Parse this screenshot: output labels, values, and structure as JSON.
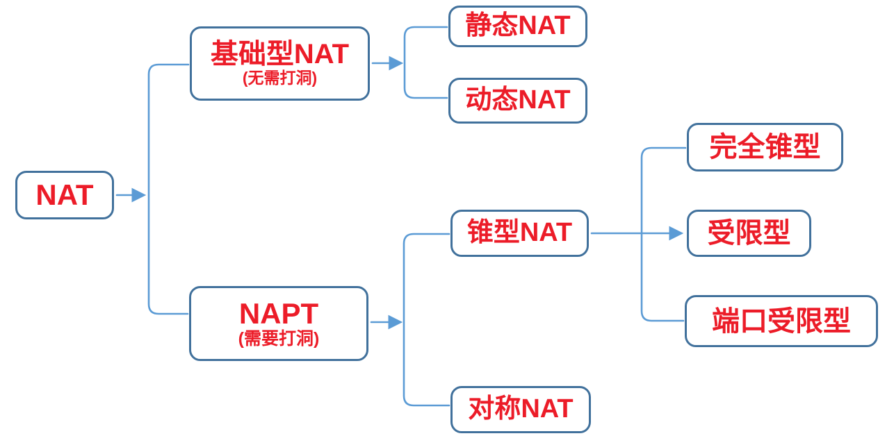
{
  "diagram": {
    "type": "mindmap",
    "topic": "NAT",
    "colors": {
      "node_text": "#EC1C28",
      "node_border": "#41719C",
      "connector": "#5B9BD5",
      "node_fill": "#FFFFFF",
      "page_bg": "#FFFFFF"
    },
    "nodes": {
      "nat": {
        "label": "NAT"
      },
      "basic_nat": {
        "label": "基础型NAT",
        "sublabel": "(无需打洞)"
      },
      "static_nat": {
        "label": "静态NAT"
      },
      "dynamic_nat": {
        "label": "动态NAT"
      },
      "napt": {
        "label": "NAPT",
        "sublabel": "(需要打洞)"
      },
      "cone_nat": {
        "label": "锥型NAT"
      },
      "symmetric_nat": {
        "label": "对称NAT"
      },
      "full_cone": {
        "label": "完全锥型"
      },
      "restricted": {
        "label": "受限型"
      },
      "port_restricted": {
        "label": "端口受限型"
      }
    },
    "edges": [
      {
        "from": "NAT",
        "to": "基础型NAT"
      },
      {
        "from": "NAT",
        "to": "NAPT"
      },
      {
        "from": "基础型NAT",
        "to": "静态NAT"
      },
      {
        "from": "基础型NAT",
        "to": "动态NAT"
      },
      {
        "from": "NAPT",
        "to": "锥型NAT"
      },
      {
        "from": "NAPT",
        "to": "对称NAT"
      },
      {
        "from": "锥型NAT",
        "to": "完全锥型"
      },
      {
        "from": "锥型NAT",
        "to": "受限型"
      },
      {
        "from": "锥型NAT",
        "to": "端口受限型"
      }
    ]
  }
}
